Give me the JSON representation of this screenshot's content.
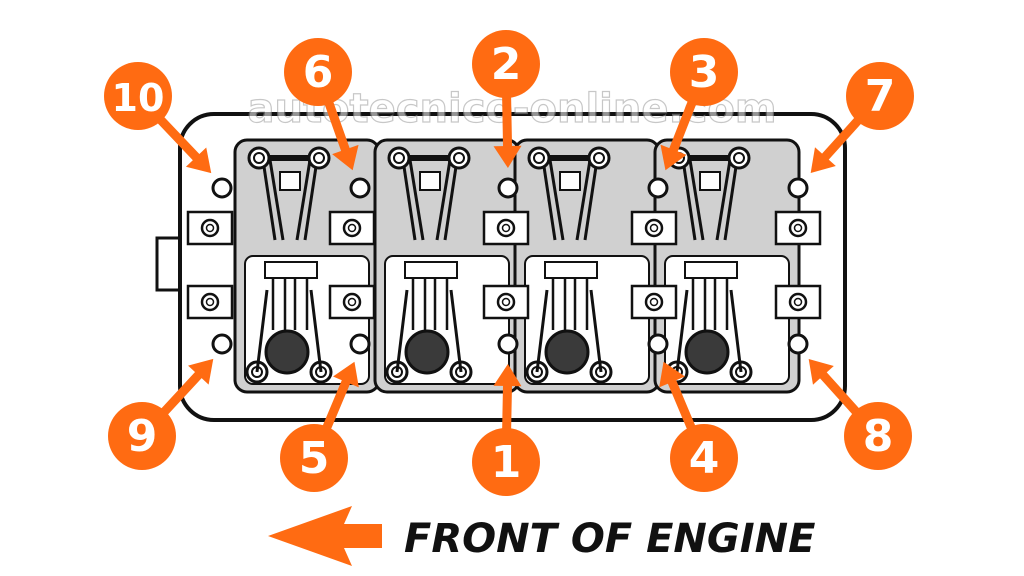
{
  "watermark": "autotecnico-online.com",
  "front_label": "FRONT OF ENGINE",
  "colors": {
    "accent": "#ff6b12",
    "outline": "#111111",
    "head_fill": "#ffffff",
    "chamber_fill": "#d0d0d0",
    "plug_fill": "#3a3a3a"
  },
  "bolt_sequence": [
    {
      "label": "1",
      "position": "bottom-center"
    },
    {
      "label": "2",
      "position": "top-center"
    },
    {
      "label": "3",
      "position": "top-right-inner"
    },
    {
      "label": "4",
      "position": "bottom-right-inner"
    },
    {
      "label": "5",
      "position": "bottom-left-inner"
    },
    {
      "label": "6",
      "position": "top-left-inner"
    },
    {
      "label": "7",
      "position": "top-right-outer"
    },
    {
      "label": "8",
      "position": "bottom-right-outer"
    },
    {
      "label": "9",
      "position": "bottom-left-outer"
    },
    {
      "label": "10",
      "position": "top-left-outer"
    }
  ]
}
